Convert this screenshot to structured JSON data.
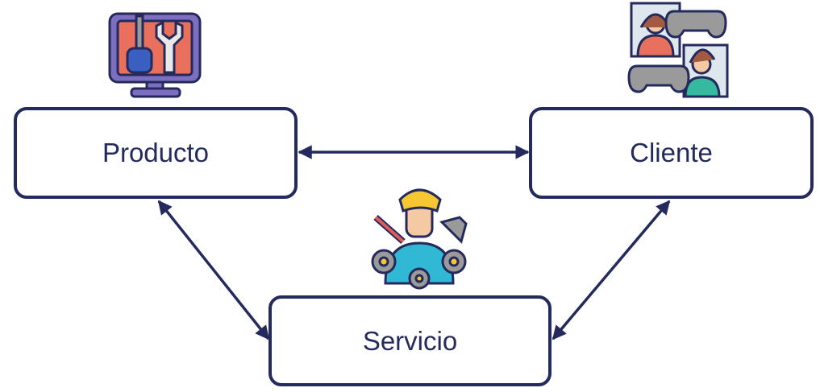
{
  "diagram": {
    "nodes": {
      "producto": {
        "label": "Producto",
        "icon": "tools-monitor-icon"
      },
      "cliente": {
        "label": "Cliente",
        "icon": "gamers-icon"
      },
      "servicio": {
        "label": "Servicio",
        "icon": "technician-icon"
      }
    },
    "edges": [
      {
        "from": "producto",
        "to": "cliente",
        "direction": "both"
      },
      {
        "from": "producto",
        "to": "servicio",
        "direction": "both"
      },
      {
        "from": "cliente",
        "to": "servicio",
        "direction": "both"
      }
    ]
  },
  "colors": {
    "stroke": "#242a5c",
    "text": "#242a5c"
  }
}
